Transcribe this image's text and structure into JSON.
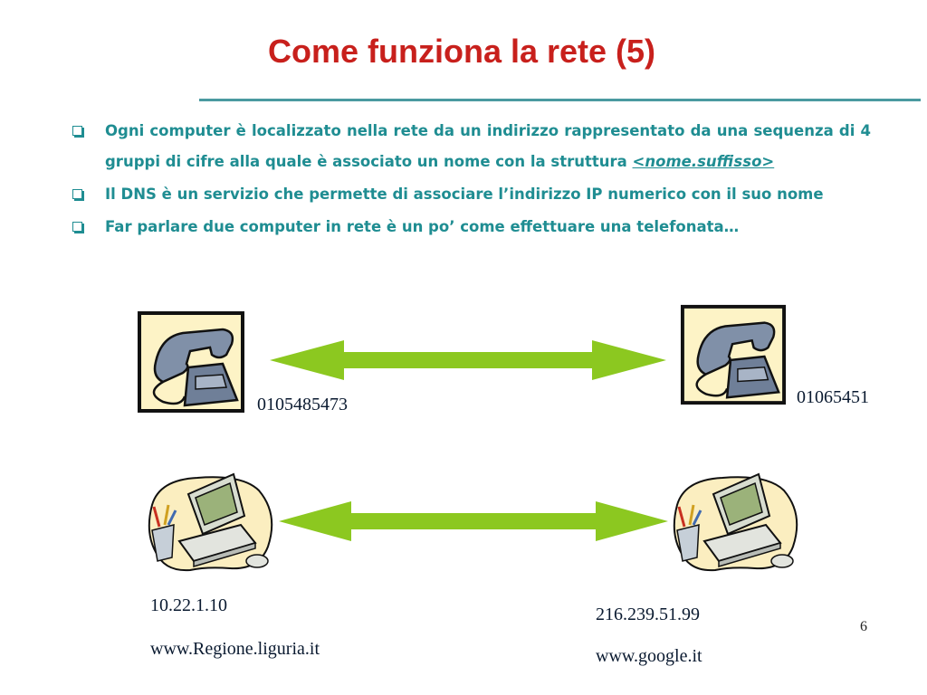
{
  "slide": {
    "title": "Come funziona la rete (5)",
    "page_number": "6"
  },
  "bullets": [
    {
      "text_before": "Ogni computer è localizzato nella rete da un indirizzo rappresentato da una sequenza di 4 gruppi di cifre alla quale è associato un nome con la struttura ",
      "link": "<nome.suffisso>"
    },
    {
      "text_before": "Il DNS è un servizio che permette di associare l’indirizzo IP numerico con il suo nome",
      "link": ""
    },
    {
      "text_before": "Far parlare due computer in rete è un po’ come effettuare una telefonata…",
      "link": ""
    }
  ],
  "phones": {
    "left_number": "0105485473",
    "right_number": "01065451"
  },
  "computers": {
    "left_ip": "10.22.1.10",
    "left_name": "www.Regione.liguria.it",
    "right_ip": "216.239.51.99",
    "right_name": "www.google.it"
  },
  "colors": {
    "title": "#c8201c",
    "text": "#1f8d92",
    "arrow": "#8cc820",
    "rule": "#4a9aa0"
  }
}
